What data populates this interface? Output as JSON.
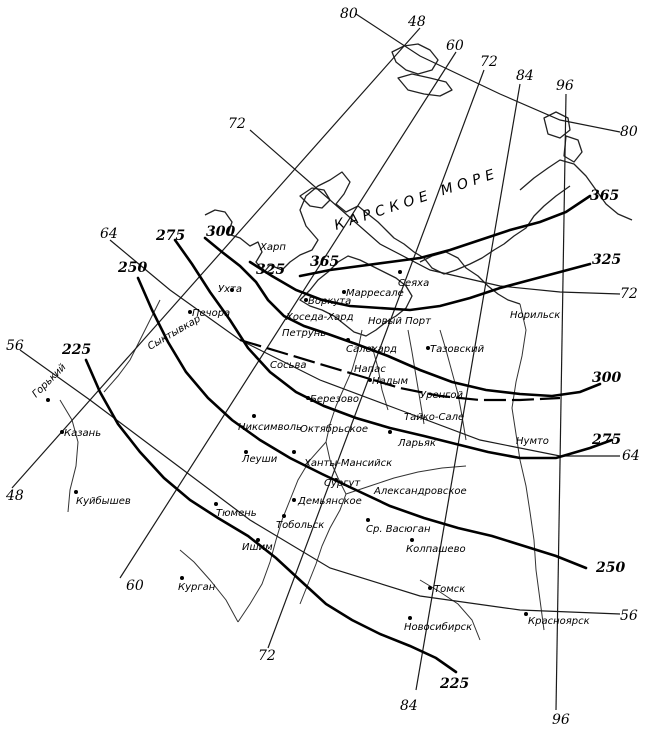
{
  "sea_label": "КАРСКОЕ МОРЕ",
  "grid_labels": {
    "lat_80_top": "80",
    "lon_48_top": "48",
    "lon_60_top": "60",
    "lon_72_top": "72",
    "lon_84_top": "84",
    "lon_96_top": "96",
    "lat_80_right": "80",
    "lat_72_left": "72",
    "lat_72_right": "72",
    "lat_64_left": "64",
    "lat_64_right": "64",
    "lat_56_left": "56",
    "lat_56_right": "56",
    "lon_48_bottom": "48",
    "lon_60_bottom": "60",
    "lon_72_bottom": "72",
    "lon_84_bottom": "84",
    "lon_96_bottom": "96"
  },
  "isolines": [
    "365",
    "325",
    "300",
    "275",
    "250",
    "225"
  ],
  "isoline_labels": {
    "iso_365_right": "365",
    "iso_325_right": "325",
    "iso_300_left": "300",
    "iso_300_right": "300",
    "iso_275_left": "275",
    "iso_275_right": "275",
    "iso_250_left": "250",
    "iso_250_right": "250",
    "iso_225_left": "225",
    "iso_225_bottom": "225",
    "iso_325_mid": "325",
    "iso_365_mid": "365"
  },
  "cities": [
    "Тазовский",
    "Сеяха",
    "Марресале",
    "Воркута",
    "Хоседа-Хард",
    "Новый Порт",
    "Салехард",
    "Петрунь",
    "Сосьва",
    "Надым",
    "Уренгой",
    "Норильск",
    "Березово",
    "Никсимволь",
    "Тайко-Сале",
    "Октябрьское",
    "Ларьяк",
    "Ханты-Мансийск",
    "Леуши",
    "Сургут",
    "Александровское",
    "Демьянское",
    "Тобольск",
    "Ср. Васюган",
    "Колпашево",
    "Ишим",
    "Томск",
    "Новосибирск",
    "Красноярск",
    "Горький",
    "Казань",
    "Куйбышев",
    "Тюмень",
    "Курган",
    "Ухта",
    "Сыктывкар",
    "Печора",
    "Харп",
    "Нумто",
    "Напас"
  ]
}
